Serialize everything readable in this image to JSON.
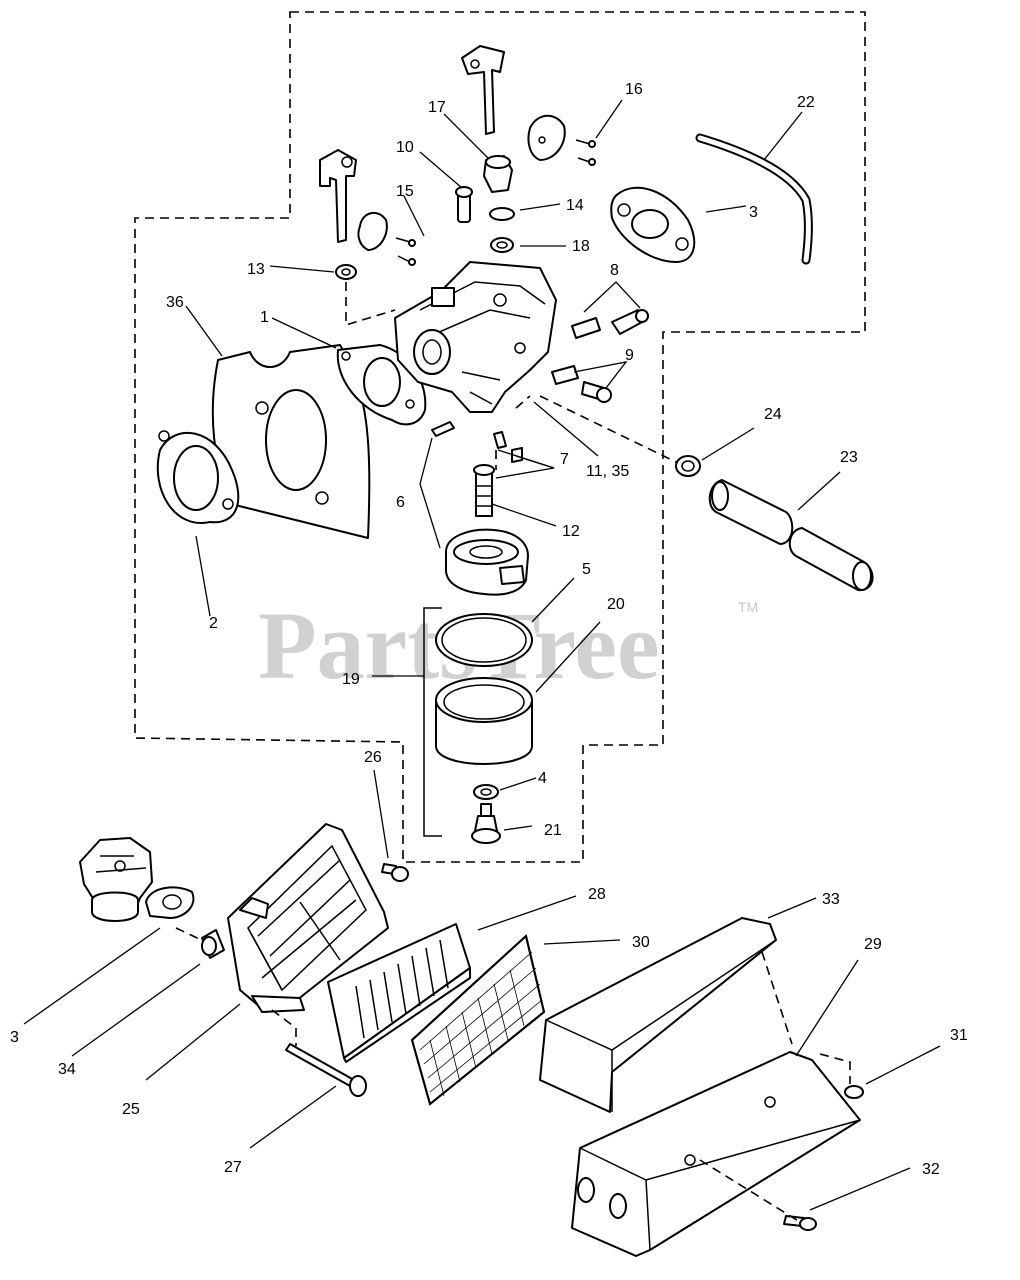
{
  "watermark": {
    "text": "PartsTree",
    "trademark": "TM"
  },
  "callouts": [
    {
      "id": "c1",
      "text": "1"
    },
    {
      "id": "c2",
      "text": "2"
    },
    {
      "id": "c3a",
      "text": "3"
    },
    {
      "id": "c3b",
      "text": "3"
    },
    {
      "id": "c4",
      "text": "4"
    },
    {
      "id": "c5",
      "text": "5"
    },
    {
      "id": "c6",
      "text": "6"
    },
    {
      "id": "c7",
      "text": "7"
    },
    {
      "id": "c8",
      "text": "8"
    },
    {
      "id": "c9",
      "text": "9"
    },
    {
      "id": "c10",
      "text": "10"
    },
    {
      "id": "c11",
      "text": "11, 35"
    },
    {
      "id": "c12",
      "text": "12"
    },
    {
      "id": "c13",
      "text": "13"
    },
    {
      "id": "c14",
      "text": "14"
    },
    {
      "id": "c15",
      "text": "15"
    },
    {
      "id": "c16",
      "text": "16"
    },
    {
      "id": "c17",
      "text": "17"
    },
    {
      "id": "c18",
      "text": "18"
    },
    {
      "id": "c19",
      "text": "19"
    },
    {
      "id": "c20",
      "text": "20"
    },
    {
      "id": "c21",
      "text": "21"
    },
    {
      "id": "c22",
      "text": "22"
    },
    {
      "id": "c23",
      "text": "23"
    },
    {
      "id": "c24",
      "text": "24"
    },
    {
      "id": "c25",
      "text": "25"
    },
    {
      "id": "c26",
      "text": "26"
    },
    {
      "id": "c27",
      "text": "27"
    },
    {
      "id": "c28",
      "text": "28"
    },
    {
      "id": "c29",
      "text": "29"
    },
    {
      "id": "c30",
      "text": "30"
    },
    {
      "id": "c31",
      "text": "31"
    },
    {
      "id": "c32",
      "text": "32"
    },
    {
      "id": "c33",
      "text": "33"
    },
    {
      "id": "c34",
      "text": "34"
    },
    {
      "id": "c36",
      "text": "36"
    }
  ]
}
